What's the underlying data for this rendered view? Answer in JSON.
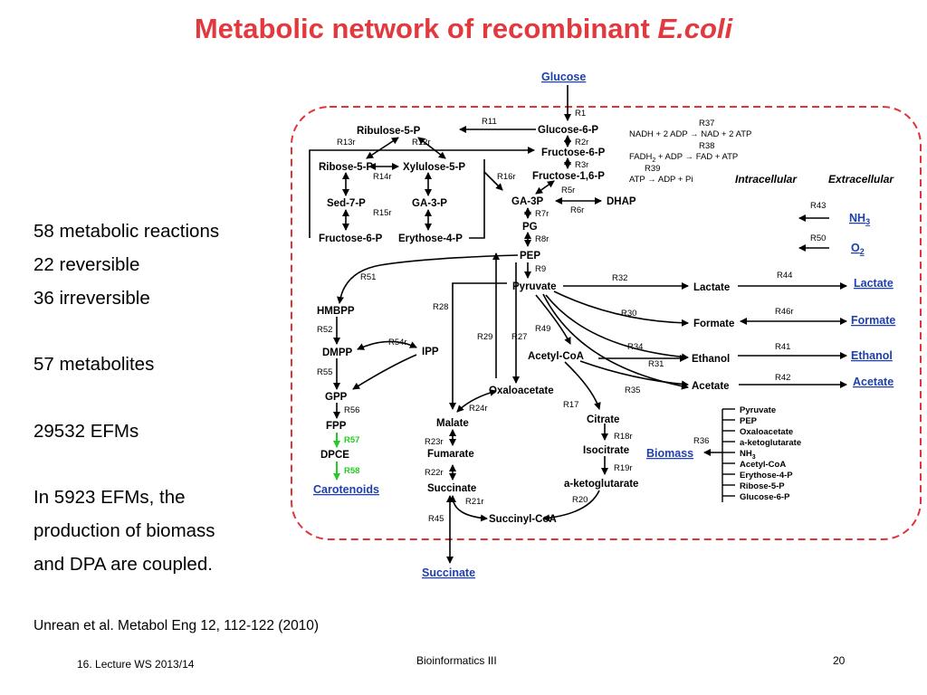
{
  "slide": {
    "title_main": "Metabolic network of recombinant ",
    "title_italic": "E.coli",
    "stats": {
      "reactions": "58 metabolic reactions",
      "reversible": "22 reversible",
      "irreversible": "36 irreversible",
      "metabolites": "57 metabolites",
      "efms": "29532 EFMs",
      "coupled_1": "In 5923 EFMs, the",
      "coupled_2": "production of biomass",
      "coupled_3": "and DPA are coupled."
    },
    "citation": "Unrean et al. Metabol Eng 12, 112-122 (2010)",
    "footer": {
      "left": "16. Lecture WS 2013/14",
      "center": "Bioinformatics III",
      "page": "20"
    }
  },
  "diagram": {
    "colors": {
      "boundary": "#e0343a",
      "external": "#1e3fae",
      "highlight": "#22cc22"
    },
    "zones": {
      "intracellular": "Intracellular",
      "extracellular": "Extracellular"
    },
    "external": {
      "glucose": "Glucose",
      "nh3": "NH",
      "nh3_sub": "3",
      "o2": "O",
      "o2_sub": "2",
      "lactate": "Lactate",
      "formate": "Formate",
      "ethanol": "Ethanol",
      "acetate": "Acetate",
      "succinate": "Succinate",
      "carotenoids": "Carotenoids",
      "biomass": "Biomass"
    },
    "metabolites": {
      "g6p": "Glucose-6-P",
      "f6p": "Fructose-6-P",
      "fbp": "Fructose-1,6-P",
      "ga3p": "GA-3P",
      "dhap": "DHAP",
      "pg": "PG",
      "pep": "PEP",
      "pyruvate": "Pyruvate",
      "ribulose5p": "Ribulose-5-P",
      "ribose5p": "Ribose-5-P",
      "xylulose5p": "Xylulose-5-P",
      "sed7p": "Sed-7-P",
      "ga3p_ppp": "GA-3-P",
      "f6p_ppp": "Fructose-6-P",
      "erythrose4p": "Erythose-4-P",
      "hmbpp": "HMBPP",
      "dmpp": "DMPP",
      "ipp": "IPP",
      "gpp": "GPP",
      "fpp": "FPP",
      "dpce": "DPCE",
      "lactate_in": "Lactate",
      "formate_in": "Formate",
      "ethanol_in": "Ethanol",
      "acetate_in": "Acetate",
      "acetylcoa": "Acetyl-CoA",
      "oxaloacetate": "Oxaloacetate",
      "malate": "Malate",
      "fumarate": "Fumarate",
      "succinate_in": "Succinate",
      "succinylcoa": "Succinyl-CoA",
      "citrate": "Citrate",
      "isocitrate": "Isocitrate",
      "akg": "a-ketoglutarate"
    },
    "reactions": {
      "R1": "R1",
      "R2r": "R2r",
      "R3r": "R3r",
      "R5r": "R5r",
      "R6r": "R6r",
      "R7r": "R7r",
      "R8r": "R8r",
      "R9": "R9",
      "R11": "R11",
      "R12r": "R12r",
      "R13r": "R13r",
      "R14r": "R14r",
      "R15r": "R15r",
      "R16r": "R16r",
      "R17": "R17",
      "R18r": "R18r",
      "R19r": "R19r",
      "R20": "R20",
      "R21r": "R21r",
      "R22r": "R22r",
      "R23r": "R23r",
      "R24r": "R24r",
      "R27": "R27",
      "R28": "R28",
      "R29": "R29",
      "R30": "R30",
      "R31": "R31",
      "R32": "R32",
      "R34": "R34",
      "R35": "R35",
      "R36": "R36",
      "R37": "R37",
      "R38": "R38",
      "R39": "R39",
      "R41": "R41",
      "R42": "R42",
      "R43": "R43",
      "R44": "R44",
      "R45": "R45",
      "R46r": "R46r",
      "R49": "R49",
      "R50": "R50",
      "R51": "R51",
      "R52": "R52",
      "R54r": "R54r",
      "R55": "R55",
      "R56": "R56",
      "R57": "R57",
      "R58": "R58"
    },
    "equations": {
      "r37": "NADH + 2 ADP → NAD + 2 ATP",
      "r38_a": "FADH",
      "r38_sub": "2",
      "r38_b": " + ADP → FAD + ATP",
      "r39": "ATP → ADP + Pi"
    },
    "biomass_components": {
      "c1": "Pyruvate",
      "c2": "PEP",
      "c3": "Oxaloacetate",
      "c4": "a-ketoglutarate",
      "c5": "NH",
      "c5_sub": "3",
      "c6": "Acetyl-CoA",
      "c7": "Erythose-4-P",
      "c8": "Ribose-5-P",
      "c9": "Glucose-6-P"
    }
  }
}
